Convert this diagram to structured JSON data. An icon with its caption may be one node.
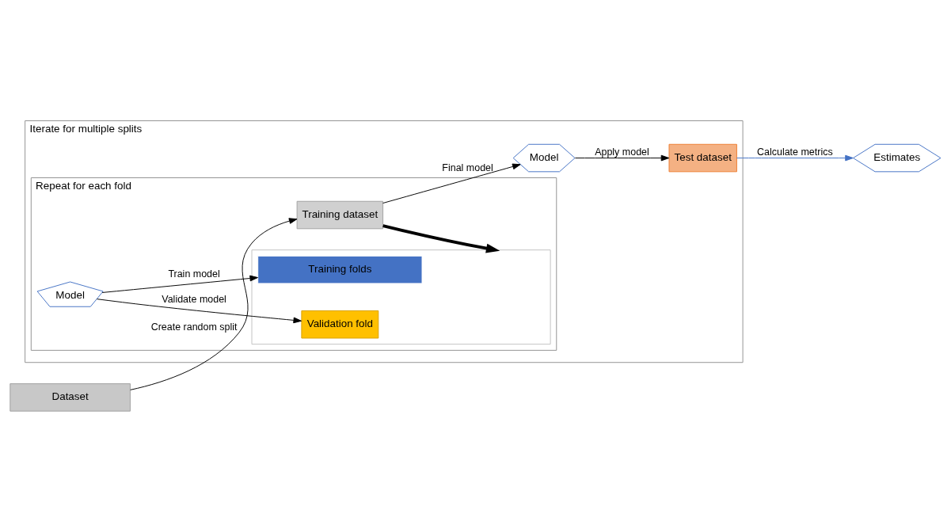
{
  "diagram": {
    "nodes": [
      {
        "text": [
          "Iterate for multiple splits"
        ]
      },
      {
        "text": [
          "Repeat for each fold"
        ],
        "in": 0
      },
      {
        "text": [
          "Training dataset"
        ],
        "in": 1
      },
      {
        "text": [],
        "shape": "box",
        "in": 1
      },
      {
        "text": [
          "Validation fold"
        ],
        "in": 3
      },
      {
        "text": [
          "Training folds"
        ],
        "in": 3
      },
      {
        "text": [
          "Model"
        ],
        "in": 1
      },
      {
        "text": [
          "Dataset"
        ]
      },
      {
        "text": [
          "Model"
        ],
        "in": 0
      },
      {
        "text": [
          "Test dataset"
        ],
        "in": 0
      },
      {
        "text": [
          "Estimates"
        ]
      }
    ],
    "edges": [
      {
        "from": 7,
        "to": 2,
        "arrow": "to",
        "label": "Create random split"
      },
      {
        "from": 2,
        "to": 3,
        "arrow": "to",
        "style": "thick"
      },
      {
        "from": 6,
        "to": 4,
        "arrow": "to",
        "label": "Validate model"
      },
      {
        "from": 6,
        "to": 5,
        "arrow": "to",
        "label": "Train model"
      },
      {
        "from": 2,
        "to": 8,
        "arrow": "to",
        "label": "Final model"
      },
      {
        "from": 8,
        "to": 9,
        "arrow": "to",
        "label": "Apply model"
      },
      {
        "from": 9,
        "to": 10,
        "arrow": "to",
        "label": "Calculate metrics",
        "color": "#4472c4"
      }
    ]
  }
}
